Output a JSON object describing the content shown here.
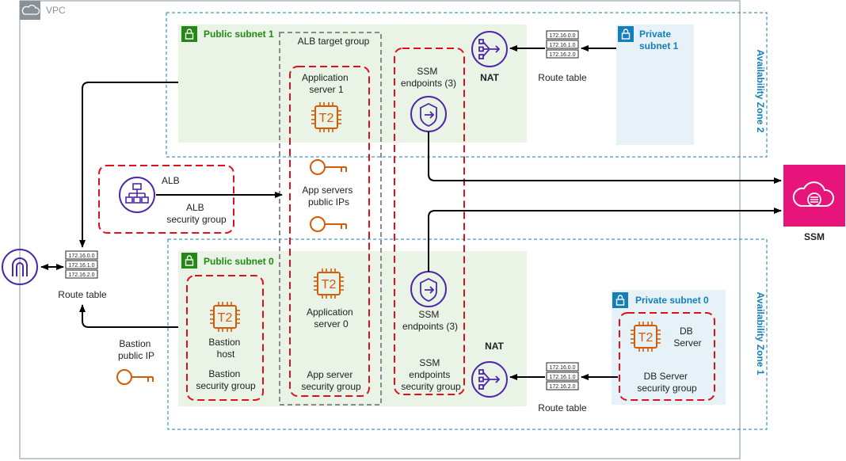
{
  "colors": {
    "vpc_border": "#879196",
    "public_fill": "#e9f3e6",
    "public_text": "#248814",
    "private_fill": "#e6f2f8",
    "private_text": "#147eba",
    "az_border": "#147eba",
    "security_group": "#e0101a",
    "target_group": "#8a8a8a",
    "purple": "#4d27aa",
    "orange": "#d45b07",
    "ssm_fill": "#e7157b"
  },
  "vpc": {
    "label": "VPC"
  },
  "availability_zones": {
    "az2": "Availability Zone 2",
    "az1": "Availability Zone 1"
  },
  "subnets": {
    "public1": "Public subnet 1",
    "private1": [
      "Private",
      "subnet 1"
    ],
    "public0": "Public subnet 0",
    "private0": "Private subnet 0"
  },
  "alb_target_group": "ALB target group",
  "app_server_1": [
    "Application",
    "server 1"
  ],
  "app_server_0": [
    "Application",
    "server 0"
  ],
  "instance_badge": "T2",
  "app_public_ips": [
    "App servers",
    "public IPs"
  ],
  "app_sg": [
    "App server",
    "security group"
  ],
  "ssm_endpoints_top": [
    "SSM",
    "endpoints (3)"
  ],
  "ssm_endpoints_bottom": [
    "SSM",
    "endpoints (3)"
  ],
  "ssm_sg": [
    "SSM",
    "endpoints",
    "security group"
  ],
  "nat_top": "NAT",
  "nat_bottom": "NAT",
  "route_table_label": "Route table",
  "route_table_rows": [
    "172.16.0.0",
    "172.16.1.0",
    "172.16.2.0"
  ],
  "alb": {
    "name": "ALB",
    "sg": [
      "ALB",
      "security group"
    ]
  },
  "bastion": {
    "host": [
      "Bastion",
      "host"
    ],
    "sg": [
      "Bastion",
      "security group"
    ],
    "public_ip": [
      "Bastion",
      "public IP"
    ]
  },
  "db": {
    "server": [
      "DB",
      "Server"
    ],
    "sg": [
      "DB Server",
      "security group"
    ]
  },
  "ssm_service": "SSM"
}
